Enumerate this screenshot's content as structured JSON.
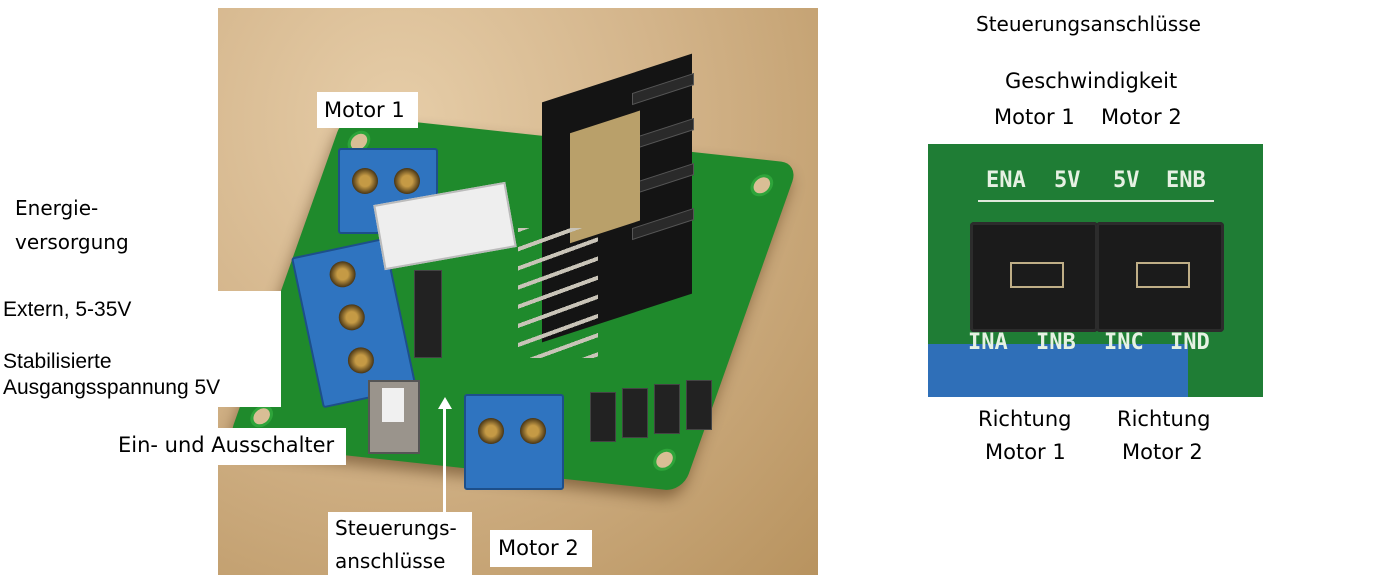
{
  "main_photo": {
    "labels": {
      "motor1": "Motor 1",
      "energy_line1": "Energie-",
      "energy_line2": "versorgung",
      "external": "Extern, 5-35V",
      "stabilized_line1": "Stabilisierte",
      "stabilized_line2": "Ausgangsspannung 5V",
      "switch": "Ein- und Ausschalter",
      "control_line1": "Steuerungs-",
      "control_line2": "anschlüsse",
      "motor2": "Motor 2"
    }
  },
  "detail": {
    "title": "Steuerungsanschlüsse",
    "speed_label": "Geschwindigkeit",
    "speed_motor1": "Motor 1",
    "speed_motor2": "Motor 2",
    "dir1_line1": "Richtung",
    "dir1_line2": "Motor 1",
    "dir2_line1": "Richtung",
    "dir2_line2": "Motor 2",
    "silkscreen_top": [
      "ENA",
      "5V",
      "5V",
      "ENB"
    ],
    "silkscreen_bottom": [
      "INA",
      "INB",
      "INC",
      "IND"
    ]
  }
}
